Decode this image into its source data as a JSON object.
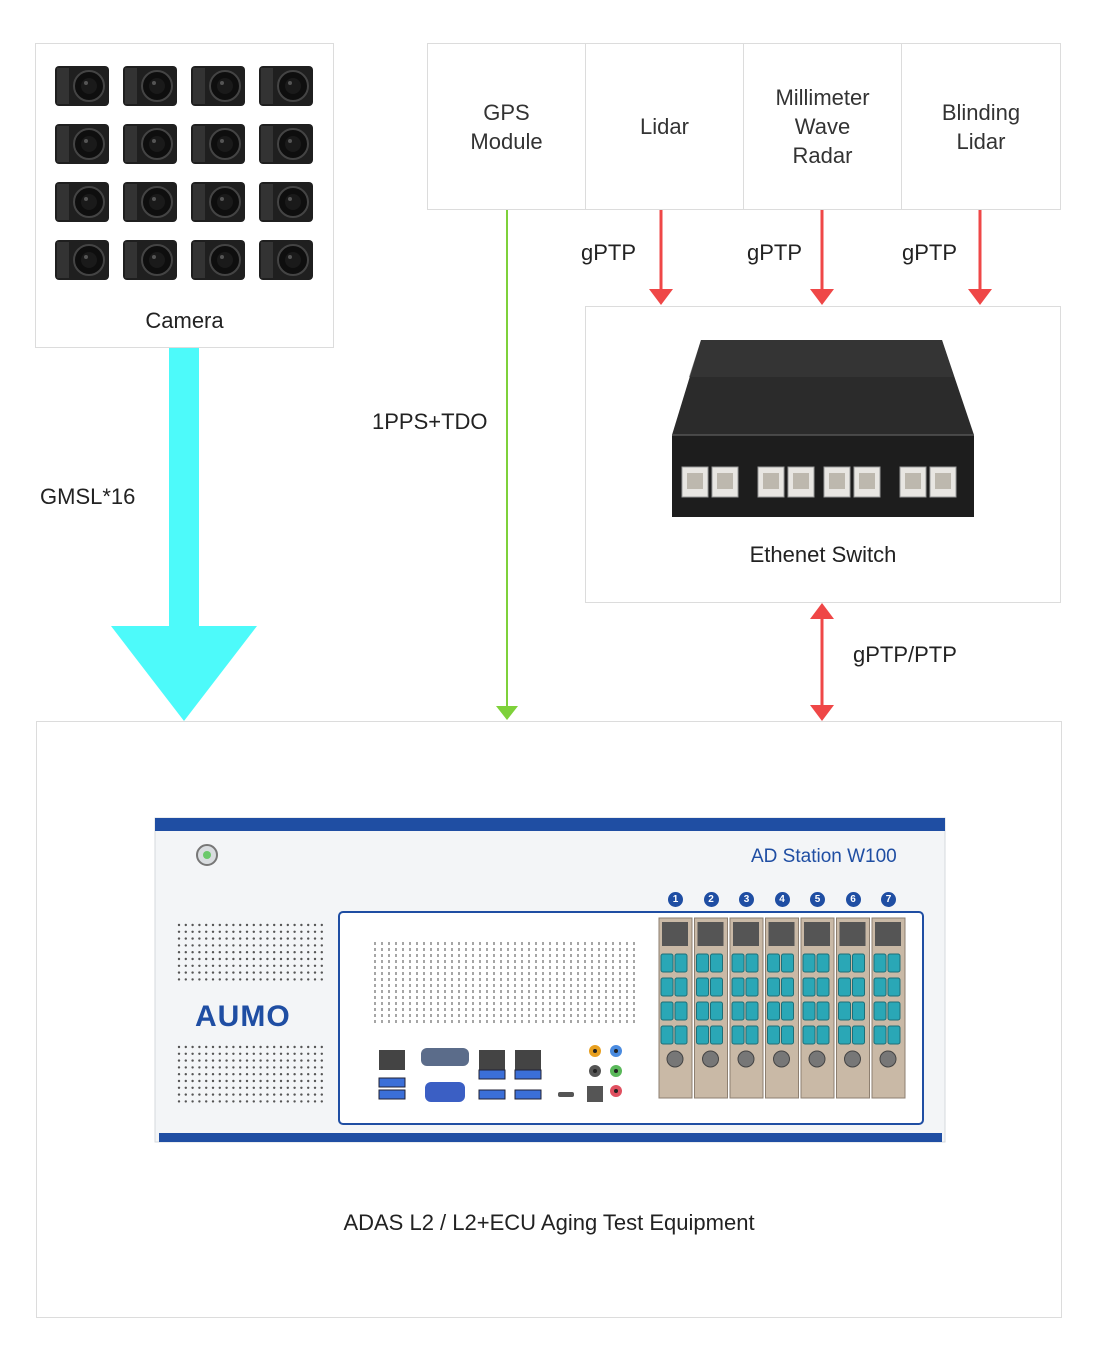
{
  "camera_box": {
    "label": "Camera",
    "count": 16
  },
  "sensors": [
    {
      "label": "GPS Module"
    },
    {
      "label": "Lidar"
    },
    {
      "label": "Millimeter Wave Radar"
    },
    {
      "label": "Blinding Lidar"
    }
  ],
  "connections": {
    "camera_link": "GMSL*16",
    "gps_link": "1PPS+TDO",
    "lidar_link": "gPTP",
    "radar_link": "gPTP",
    "blinding_link": "gPTP",
    "switch_link": "gPTP/PTP"
  },
  "switch_box": {
    "label": "Ethenet Switch"
  },
  "equipment": {
    "caption": "ADAS L2 / L2+ECU Aging Test Equipment",
    "brand": "AUMO",
    "model": "AD Station W100",
    "slots": [
      "1",
      "2",
      "3",
      "4",
      "5",
      "6",
      "7"
    ]
  },
  "colors": {
    "gmsl_arrow": "#4dfafa",
    "gps_line": "#7ed13a",
    "ptp_arrow": "#ef4747",
    "brand_blue": "#1f4ea3",
    "border": "#dcdcdc"
  }
}
